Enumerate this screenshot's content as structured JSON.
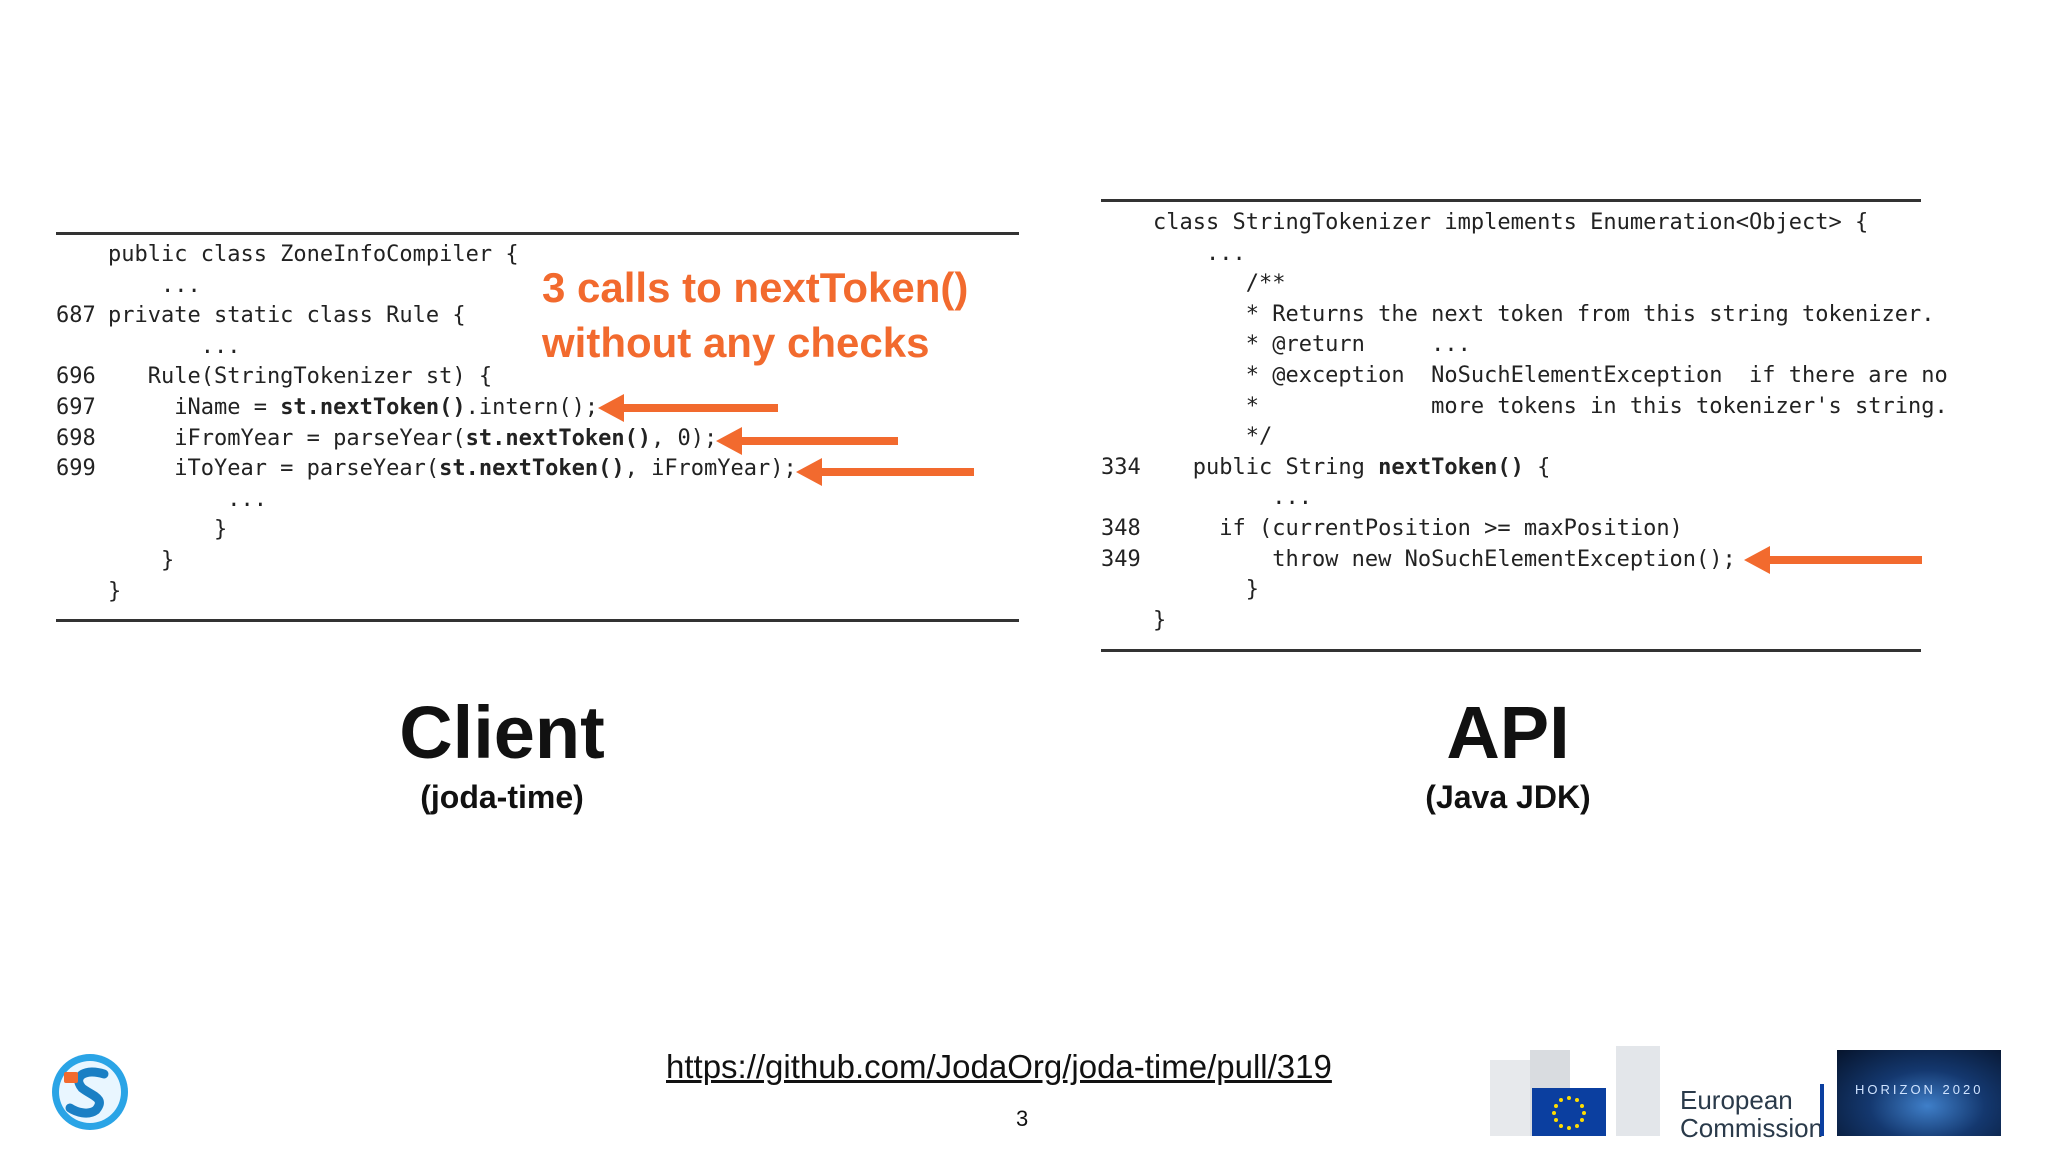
{
  "client_code": {
    "lines": [
      {
        "num": "",
        "indent": "",
        "pre": "public class ZoneInfoCompiler {",
        "bold": "",
        "post": ""
      },
      {
        "num": "",
        "indent": "    ",
        "pre": "...",
        "bold": "",
        "post": ""
      },
      {
        "num": "687",
        "indent": "",
        "pre": "private static class Rule {",
        "bold": "",
        "post": ""
      },
      {
        "num": "",
        "indent": "       ",
        "pre": "...",
        "bold": "",
        "post": ""
      },
      {
        "num": "696",
        "indent": "   ",
        "pre": "Rule(StringTokenizer st) {",
        "bold": "",
        "post": ""
      },
      {
        "num": "697",
        "indent": "     ",
        "pre": "iName = ",
        "bold": "st.nextToken()",
        "post": ".intern();"
      },
      {
        "num": "698",
        "indent": "     ",
        "pre": "iFromYear = parseYear(",
        "bold": "st.nextToken()",
        "post": ", 0);"
      },
      {
        "num": "699",
        "indent": "     ",
        "pre": "iToYear = parseYear(",
        "bold": "st.nextToken()",
        "post": ", iFromYear);"
      },
      {
        "num": "",
        "indent": "         ",
        "pre": "...",
        "bold": "",
        "post": ""
      },
      {
        "num": "",
        "indent": "        ",
        "pre": "}",
        "bold": "",
        "post": ""
      },
      {
        "num": "",
        "indent": "    ",
        "pre": "}",
        "bold": "",
        "post": ""
      },
      {
        "num": "",
        "indent": "",
        "pre": "}",
        "bold": "",
        "post": ""
      }
    ]
  },
  "api_code": {
    "lines": [
      {
        "num": "",
        "indent": "",
        "pre": "class StringTokenizer implements Enumeration<Object> {",
        "bold": "",
        "post": ""
      },
      {
        "num": "",
        "indent": "    ",
        "pre": "...",
        "bold": "",
        "post": ""
      },
      {
        "num": "",
        "indent": "       ",
        "pre": "/**",
        "bold": "",
        "post": ""
      },
      {
        "num": "",
        "indent": "       ",
        "pre": "* Returns the next token from this string tokenizer.",
        "bold": "",
        "post": ""
      },
      {
        "num": "",
        "indent": "       ",
        "pre": "* @return     ...",
        "bold": "",
        "post": ""
      },
      {
        "num": "",
        "indent": "       ",
        "pre": "* @exception  NoSuchElementException  if there are no",
        "bold": "",
        "post": ""
      },
      {
        "num": "",
        "indent": "       ",
        "pre": "*             more tokens in this tokenizer's string.",
        "bold": "",
        "post": ""
      },
      {
        "num": "",
        "indent": "       ",
        "pre": "*/",
        "bold": "",
        "post": ""
      },
      {
        "num": "334",
        "indent": "   ",
        "pre": "public String ",
        "bold": "nextToken()",
        "post": " {"
      },
      {
        "num": "",
        "indent": "         ",
        "pre": "...",
        "bold": "",
        "post": ""
      },
      {
        "num": "348",
        "indent": "     ",
        "pre": "if (currentPosition >= maxPosition)",
        "bold": "",
        "post": ""
      },
      {
        "num": "349",
        "indent": "         ",
        "pre": "throw new NoSuchElementException();",
        "bold": "",
        "post": ""
      },
      {
        "num": "",
        "indent": "       ",
        "pre": "}",
        "bold": "",
        "post": ""
      },
      {
        "num": "",
        "indent": "",
        "pre": "}",
        "bold": "",
        "post": ""
      }
    ]
  },
  "annotation": {
    "line1": "3 calls to nextToken()",
    "line2": "without any checks"
  },
  "client_heading": {
    "title": "Client",
    "subtitle": "(joda-time)"
  },
  "api_heading": {
    "title": "API",
    "subtitle": "(Java JDK)"
  },
  "footer": {
    "url": "https://github.com/JodaOrg/joda-time/pull/319",
    "page_number": "3"
  },
  "logos": {
    "ec_line1": "European",
    "ec_line2": "Commission",
    "horizon": "HORIZON 2020"
  },
  "colors": {
    "accent": "#f26a2e",
    "text": "#111111"
  }
}
